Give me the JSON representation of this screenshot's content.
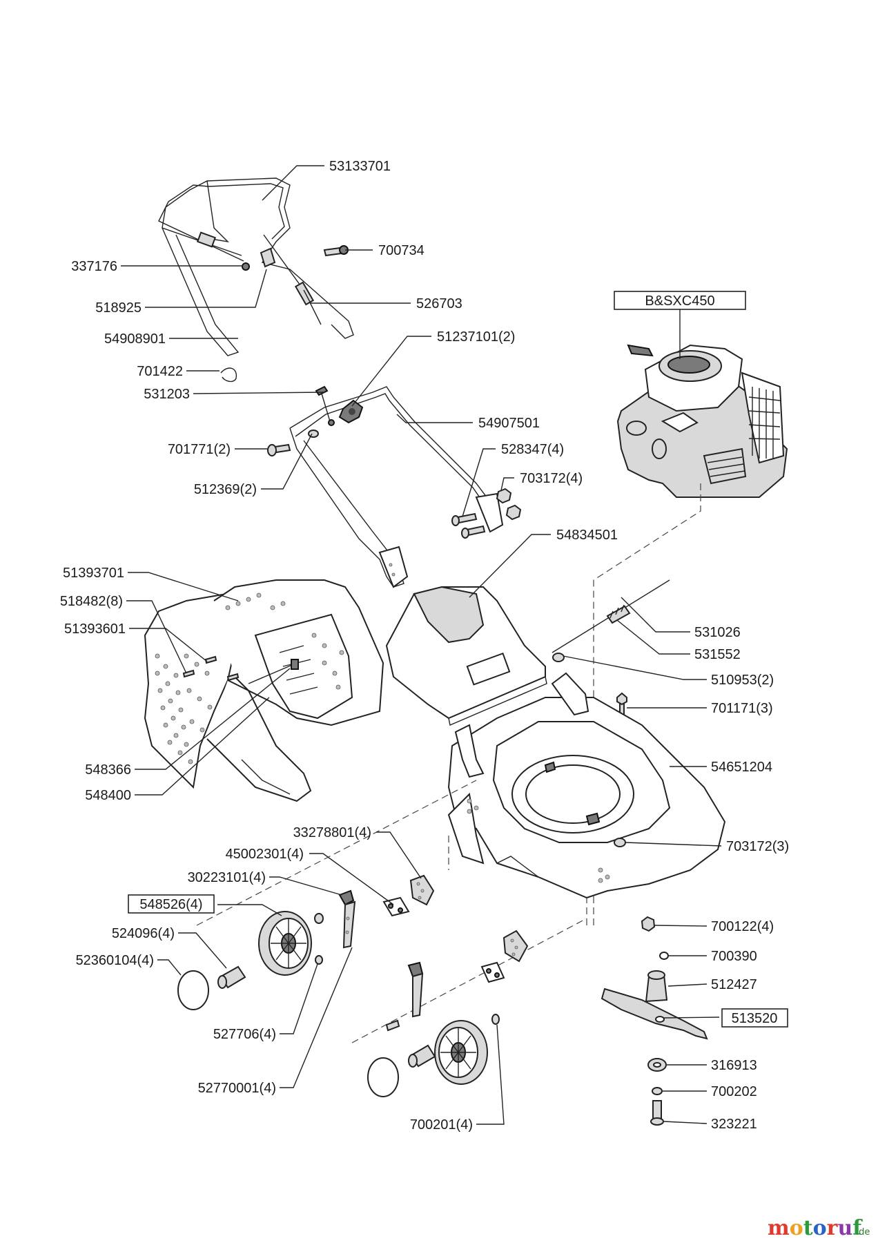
{
  "engine_label": "B&SXC450",
  "parts": {
    "p53133701": "53133701",
    "p700734": "700734",
    "p337176": "337176",
    "p518925": "518925",
    "p526703": "526703",
    "p54908901": "54908901",
    "p701422": "701422",
    "p51237101": "51237101(2)",
    "p531203": "531203",
    "p54907501": "54907501",
    "p701771": "701771(2)",
    "p528347": "528347(4)",
    "p703172_4": "703172(4)",
    "p512369": "512369(2)",
    "p54834501": "54834501",
    "p51393701": "51393701",
    "p518482": "518482(8)",
    "p51393601": "51393601",
    "p531026": "531026",
    "p531552": "531552",
    "p510953": "510953(2)",
    "p701171": "701171(3)",
    "p548366": "548366",
    "p54651204": "54651204",
    "p548400": "548400",
    "p33278801": "33278801(4)",
    "p45002301": "45002301(4)",
    "p703172_3": "703172(3)",
    "p30223101": "30223101(4)",
    "p548526": "548526(4)",
    "p700122": "700122(4)",
    "p524096": "524096(4)",
    "p700390": "700390",
    "p52360104": "52360104(4)",
    "p512427": "512427",
    "p513520": "513520",
    "p527706": "527706(4)",
    "p316913": "316913",
    "p700202": "700202",
    "p52770001": "52770001(4)",
    "p700201": "700201(4)",
    "p323221": "323221"
  },
  "watermark": {
    "colored_letters": [
      "m",
      "o",
      "t",
      "o",
      "r",
      "u",
      "f"
    ],
    "colors": [
      "#e03a2e",
      "#f0a020",
      "#2c9a3a",
      "#2a62c8",
      "#e03a2e",
      "#8a3aa8",
      "#2c9a3a"
    ],
    "suffix": ".de"
  }
}
